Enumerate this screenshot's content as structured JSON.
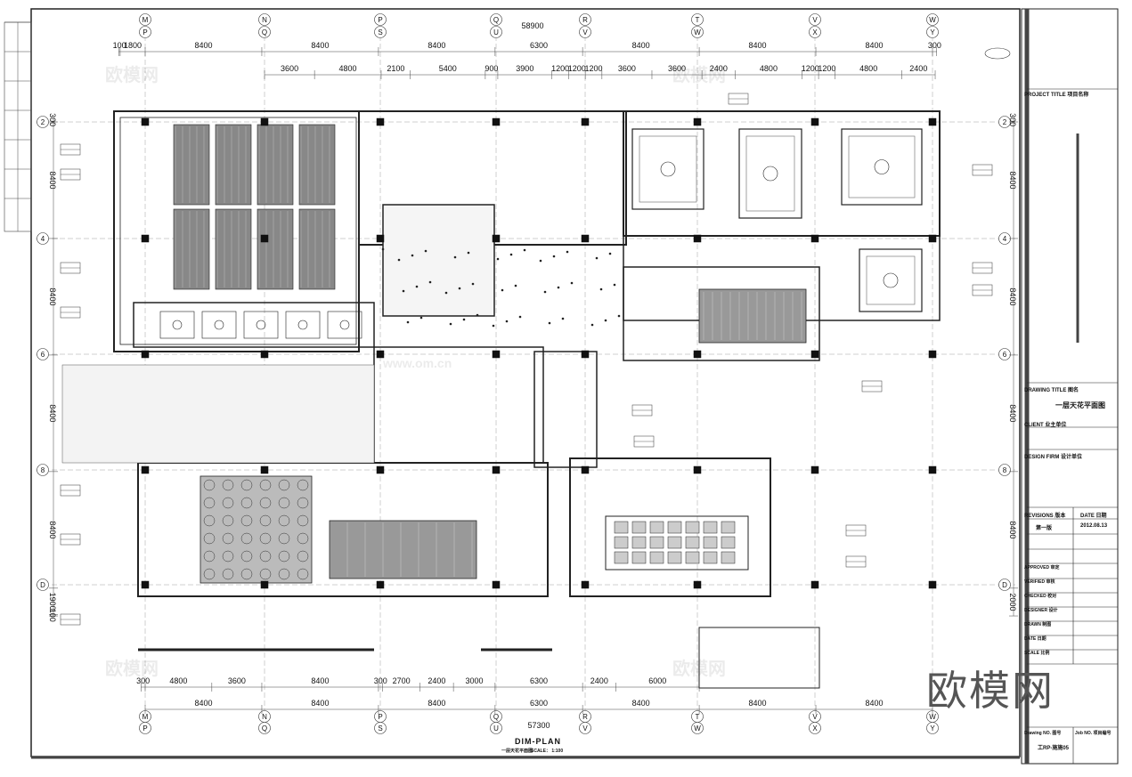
{
  "title_block": {
    "project_title": "PROJECT TITLE 项目名称",
    "drawing_title_label": "DRAWING TITLE 图名",
    "drawing_title": "一层天花平面图",
    "client": "CLIENT 业主单位",
    "design_firm": "DESIGN FIRM 设计单位",
    "revisions_label": "REVISIONS 版本",
    "date_label": "DATE 日期",
    "revision": "第一版",
    "date": "2012.08.13",
    "signoffs": [
      "APPROVED 审定",
      "VERIFIED 审核",
      "CHECKED 校对",
      "DESIGNER 设计",
      "DRAWN 制图",
      "DATE 日期",
      "SCALE 比例"
    ],
    "drawing_no_label": "Drawing NO. 图号",
    "job_no_label": "Job NO. 项目编号",
    "drawing_no": "工RP-施施05"
  },
  "plan_caption": {
    "title": "DIM-PLAN",
    "subtitle": "一层天花平面图",
    "scale": "SCALE： 1:100"
  },
  "watermark": {
    "logo": "欧模网",
    "site": "www.om.cn"
  },
  "dimensions": {
    "top_total": "58900",
    "top_row1": [
      "100",
      "1800",
      "8400",
      "8400",
      "8400",
      "6300",
      "8400",
      "8400",
      "8400",
      "300"
    ],
    "top_row2": [
      "3600",
      "4800",
      "2100",
      "5400",
      "900",
      "3900",
      "1200",
      "1200",
      "1200",
      "3600",
      "3600",
      "2400",
      "4800",
      "1200",
      "1200",
      "4800",
      "2400"
    ],
    "bottom_row1": [
      "300",
      "4800",
      "3600",
      "8400",
      "300",
      "2700",
      "2400",
      "3000",
      "6300",
      "2400",
      "6000"
    ],
    "bottom_row2": [
      "8400",
      "8400",
      "8400",
      "6300",
      "8400",
      "8400",
      "8400"
    ],
    "bottom_total": "57300",
    "left": [
      "300",
      "8400",
      "8400",
      "8400",
      "8400",
      "1900",
      "100"
    ],
    "right": [
      "300",
      "8400",
      "8400",
      "8400",
      "8400",
      "2000"
    ]
  },
  "axes": {
    "columns_top": [
      [
        "M",
        "P"
      ],
      [
        "N",
        "Q"
      ],
      [
        "P",
        "S"
      ],
      [
        "Q",
        "U"
      ],
      [
        "R",
        "V"
      ],
      [
        "T",
        "W"
      ],
      [
        "V",
        "X"
      ],
      [
        "W",
        "Y"
      ]
    ],
    "rows": [
      "2",
      "4",
      "6",
      "8",
      "D"
    ]
  }
}
